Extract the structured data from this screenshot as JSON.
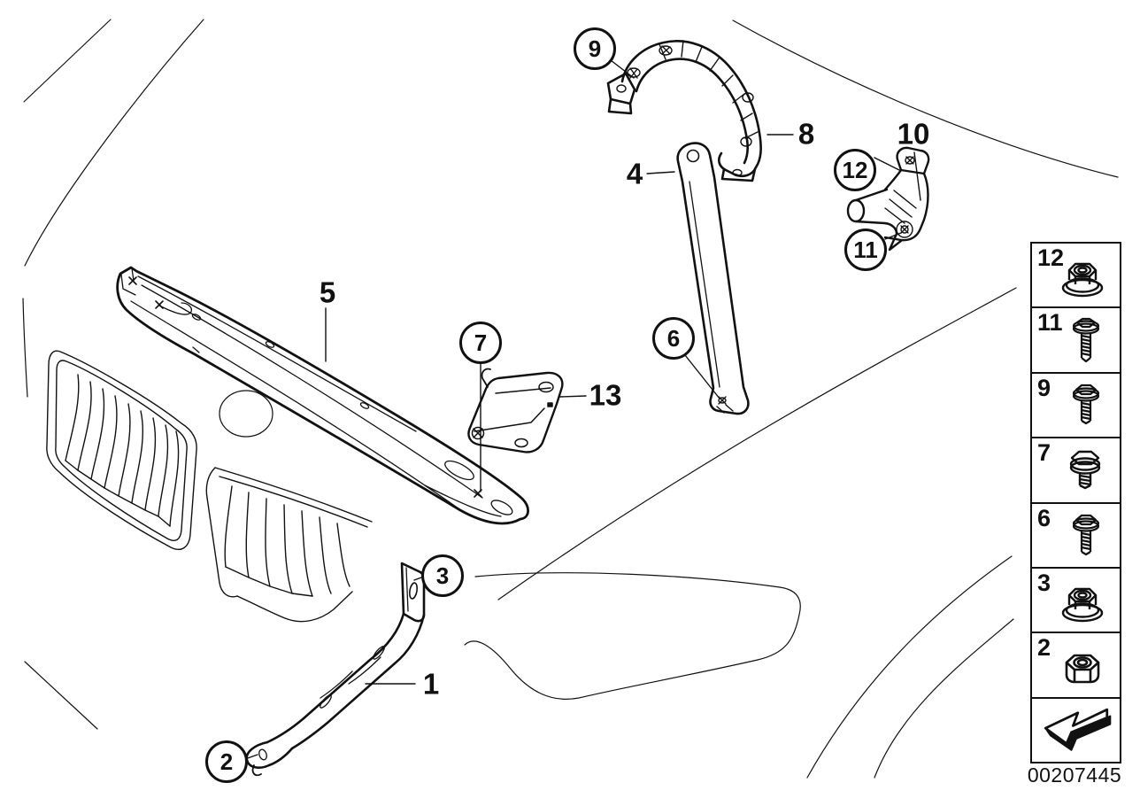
{
  "callouts": {
    "c2": "2",
    "c3": "3",
    "c6": "6",
    "c7": "7",
    "c9": "9",
    "c11": "11",
    "c12": "12"
  },
  "part_labels": {
    "p1": "1",
    "p4": "4",
    "p5": "5",
    "p8": "8",
    "p10": "10",
    "p13": "13"
  },
  "legend": {
    "rows": [
      {
        "number": "12",
        "icon": "flange-nut-icon"
      },
      {
        "number": "11",
        "icon": "flange-bolt-long-icon"
      },
      {
        "number": "9",
        "icon": "flange-bolt-icon"
      },
      {
        "number": "7",
        "icon": "flange-bolt-short-icon"
      },
      {
        "number": "6",
        "icon": "flange-bolt-icon"
      },
      {
        "number": "3",
        "icon": "flange-nut-icon"
      },
      {
        "number": "2",
        "icon": "hex-nut-icon"
      }
    ],
    "arrow_icon": "direction-arrow-icon",
    "code": "00207445"
  },
  "colors": {
    "line": "#000000",
    "background": "#ffffff"
  }
}
